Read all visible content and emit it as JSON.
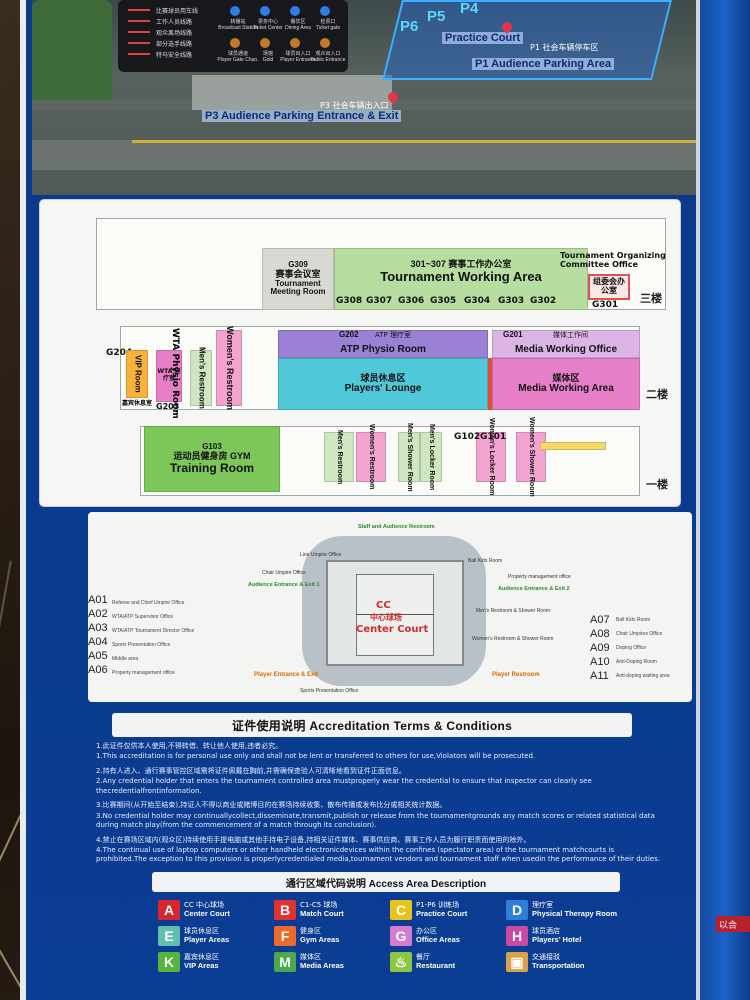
{
  "aerial": {
    "court_labels": [
      "P6",
      "P5",
      "P4"
    ],
    "practice_court_label": "Practice Court",
    "parking_cn": "P1 社会车辆停车区",
    "parking_en": "P1 Audience Parking Area",
    "p3_cn": "P3 社会车辆出入口",
    "p3_en": "P3 Audience Parking Entrance & Exit",
    "legend_lines": [
      "比赛球员用车线",
      "工作人员线路",
      "观众离场线路",
      "部分选手线路",
      "特马安全线路"
    ],
    "legend_icons": [
      {
        "cn": "转播站",
        "en": "Broadcast Station",
        "color": "#2f7de0"
      },
      {
        "cn": "票务中心",
        "en": "Ticket Center",
        "color": "#2f7de0"
      },
      {
        "cn": "餐饮区",
        "en": "Dining Area",
        "color": "#2f7de0"
      },
      {
        "cn": "检票口",
        "en": "Ticket gate",
        "color": "#2f7de0"
      },
      {
        "cn": "球员通道",
        "en": "Player Gate Chan.",
        "color": "#c07a2a"
      },
      {
        "cn": "场馆",
        "en": "Gold",
        "color": "#c07a2a"
      },
      {
        "cn": "球员出入口",
        "en": "Player Entrance",
        "color": "#c07a2a"
      },
      {
        "cn": "观众出入口",
        "en": "Public Entrance",
        "color": "#c07a2a"
      }
    ]
  },
  "floor3": {
    "tag": "三楼",
    "g309": {
      "code": "G309",
      "cn": "赛事会议室",
      "en": "Tournament Meeting Room"
    },
    "working": {
      "cn": "301~307 赛事工作办公室",
      "en": "Tournament Working Area"
    },
    "codes": [
      "G308",
      "G307",
      "G306",
      "G305",
      "G304",
      "G303",
      "G302",
      "G301"
    ],
    "committee": {
      "en": "Tournament Organizing Committee Office",
      "cn": "组委会办公室"
    }
  },
  "floor2": {
    "tag": "二楼",
    "g204": {
      "code": "G204",
      "en": "VIP Room",
      "cn": "嘉宾休息室"
    },
    "wta": {
      "en": "WTA Physio Room",
      "cn": "WTA 理疗室",
      "code": "G203"
    },
    "mens": "Men's Restroom",
    "womens": "Women's Restroom",
    "atp": {
      "code": "G202",
      "cn": "ATP 理疗室",
      "en": "ATP Physio Room"
    },
    "lounge": {
      "cn": "球员休息区",
      "en": "Players' Lounge"
    },
    "media": {
      "code": "G201",
      "cn": "媒体工作间",
      "en": "Media Working Office"
    },
    "media_area": {
      "cn": "媒体区",
      "en": "Media Working Area"
    }
  },
  "floor1": {
    "tag": "一楼",
    "gym": {
      "code": "G103",
      "cn": "运动员健身房 GYM",
      "en": "Training Room"
    },
    "rooms": [
      "Men's Restroom",
      "Women's Restroom",
      "Men's Shower Room",
      "Men's Locker Room",
      "Women's Locker Room",
      "Women's Shower Room"
    ],
    "g102": "G102",
    "g101": "G101"
  },
  "court": {
    "title_short": "CC",
    "title_cn": "中心球场",
    "title_en": "Center Court",
    "staff_restroom": "Staff and Audience Restroom",
    "ball_kids": "Ball Kids Room",
    "line_umpire": "Line Umpire Office",
    "chair_umpire": "Chair Umpire Office",
    "property": "Property management office",
    "audience_entrance_1": "Audience Entrance & Exit 1",
    "audience_entrance_2": "Audience Entrance & Exit 2",
    "player_entrance": "Player Entrance & Exit",
    "player_restroom": "Player Restroom",
    "mens_restroom_shower": "Men's Restroom & Shower Room",
    "womens_restroom_shower": "Women's Restroom & Shower Room",
    "sports_presentation": "Sports Presentation Office",
    "left_codes": [
      {
        "code": "A01",
        "desc": "Referee and Chief Umpire Office"
      },
      {
        "code": "A02",
        "desc": "WTA/ATP Supervisor Office"
      },
      {
        "code": "A03",
        "desc": "WTA/ATP Tournament Director Office"
      },
      {
        "code": "A04",
        "desc": "Sports Presentation Office"
      },
      {
        "code": "A05",
        "desc": "Middle area"
      },
      {
        "code": "A06",
        "desc": "Property management office"
      }
    ],
    "right_codes": [
      {
        "code": "A07",
        "desc": "Ball Kids Room"
      },
      {
        "code": "A08",
        "desc": "Chair Umpires Office"
      },
      {
        "code": "A09",
        "desc": "Doping Office"
      },
      {
        "code": "A10",
        "desc": "Anti-Doping Room"
      },
      {
        "code": "A11",
        "desc": "Anti-doping waiting area"
      }
    ]
  },
  "accreditation": {
    "title": "证件使用说明   Accreditation Terms & Conditions",
    "terms": [
      "1.此证件仅供本人使用,不得转借、转让他人使用,违者必究。",
      "1.This accreditation is for personal use only and shall not be lent or transferred to others for use,Violators will be prosecuted.",
      "2.持有人进入、通行赛事管控区域需将证件佩戴在胸前,并需确保查验人可清晰地看到证件正面信息。",
      "2.Any credential holder that enters the tournament controlled area mustproperly wear the credential to ensure that inspector can clearly see thecredentialfrontinformation.",
      "3.比赛期间(从开始至结束),持证人不得以商业或赌博目的在赛场持续收集、散布传播或发布比分或相关统计数据。",
      "3.No credential holder may continuallycollect,disseminate,transmit,publish or release from the tournamentgrounds any match scores or related statistical data during match play(from the commencement of a match through its conclusion).",
      "4.禁止在赛场区域内(观众区)持续使用手提电脑或其他手持电子设备,持相关证件媒体、赛事供应商、赛事工作人员为履行职责而使用的除外。",
      "4.The continual use of laptop computers or other handheld electronicdevices within the confines (spectator area) of the tournament matchcourts is prohibited.The exception to this provision is properlycredentialed media,tournament vendors and tournament staff when usedin the performance of their duties."
    ]
  },
  "areas": {
    "title": "通行区域代码说明   Access Area Description",
    "items": [
      {
        "letter": "A",
        "cn": "CC 中心球场",
        "en": "Center Court",
        "color": "#d6262e"
      },
      {
        "letter": "B",
        "cn": "C1-C5 球场",
        "en": "Match Court",
        "color": "#e0322e"
      },
      {
        "letter": "C",
        "cn": "P1-P6 训练场",
        "en": "Practice Court",
        "color": "#e8c31a"
      },
      {
        "letter": "D",
        "cn": "理疗室",
        "en": "Physical Therapy Room",
        "color": "#2f7fd8"
      },
      {
        "letter": "E",
        "cn": "球员休息区",
        "en": "Player Areas",
        "color": "#5fbfb0"
      },
      {
        "letter": "F",
        "cn": "健身区",
        "en": "Gym Areas",
        "color": "#ec6a2a"
      },
      {
        "letter": "G",
        "cn": "办公区",
        "en": "Office Areas",
        "color": "#d77bd0"
      },
      {
        "letter": "H",
        "cn": "球员酒店",
        "en": "Players' Hotel",
        "color": "#c94aa0"
      },
      {
        "letter": "K",
        "cn": "嘉宾休息区",
        "en": "VIP Areas",
        "color": "#55b53a"
      },
      {
        "letter": "M",
        "cn": "媒体区",
        "en": "Media Areas",
        "color": "#4aa94a"
      },
      {
        "letter": "",
        "cn": "餐厅",
        "en": "Restaurant",
        "color": "#8dc63f",
        "icon": "fork-knife-icon"
      },
      {
        "letter": "",
        "cn": "交通接驳",
        "en": "Transportation",
        "color": "#d9a14a",
        "icon": "bus-icon"
      }
    ]
  },
  "right_tag": "以合"
}
